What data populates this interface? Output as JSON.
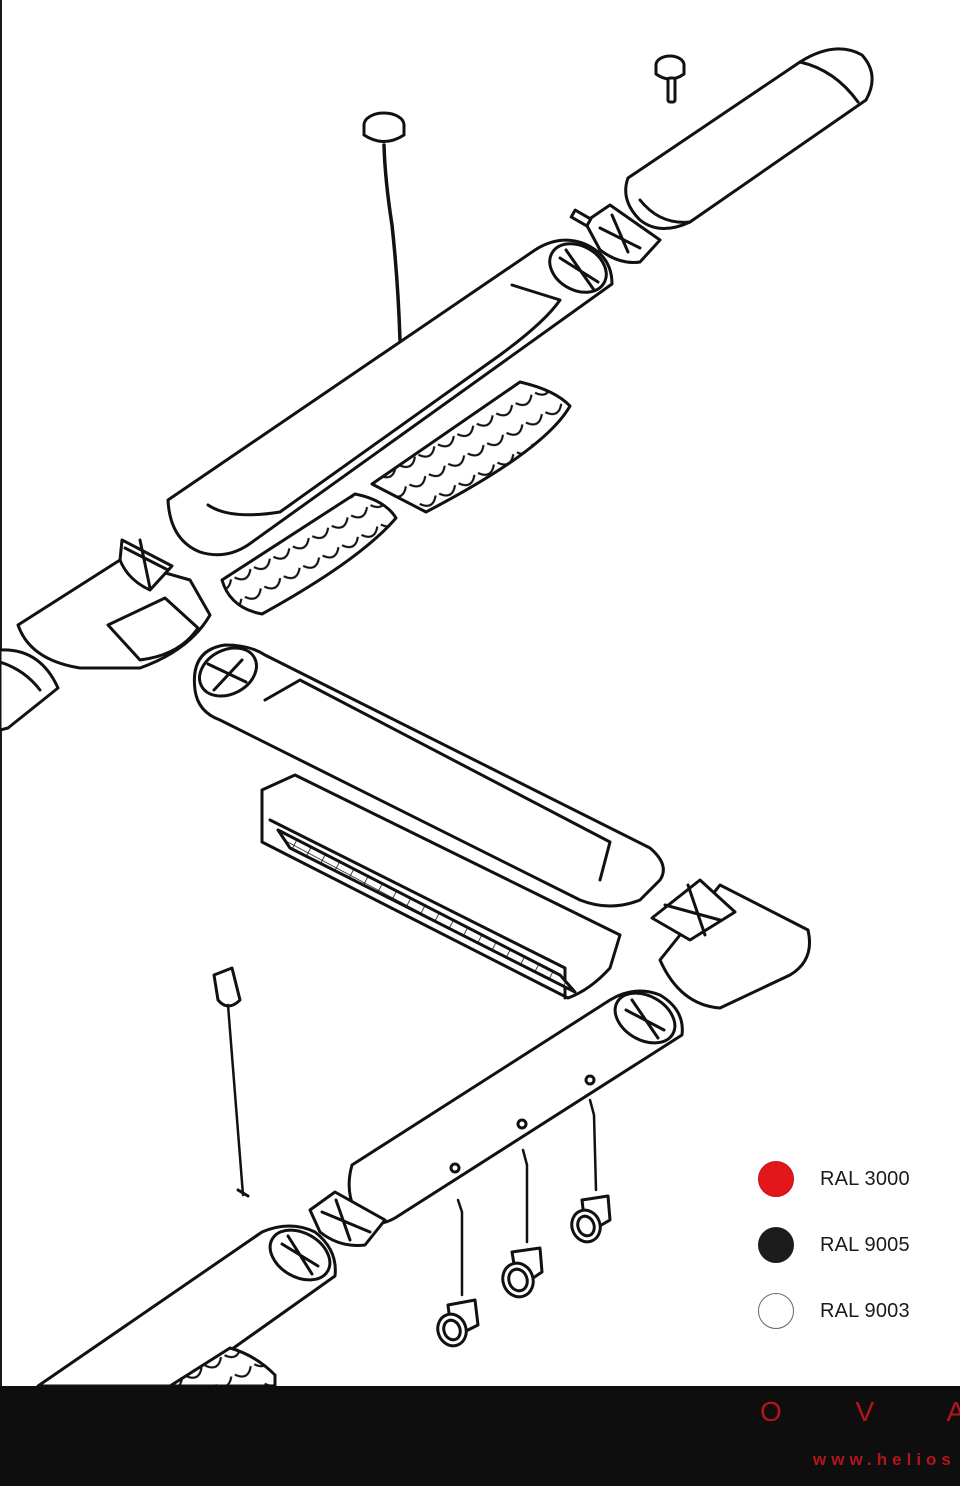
{
  "legend": {
    "items": [
      {
        "label": "RAL 3000",
        "color": "#e3161b"
      },
      {
        "label": "RAL 9005",
        "color": "#1c1c1c"
      },
      {
        "label": "RAL 9003",
        "color": "#ffffff"
      }
    ]
  },
  "footer": {
    "brand": "O V A L E",
    "url": "www.helios",
    "background": "#0e0e0e",
    "accent": "#b3151a"
  }
}
